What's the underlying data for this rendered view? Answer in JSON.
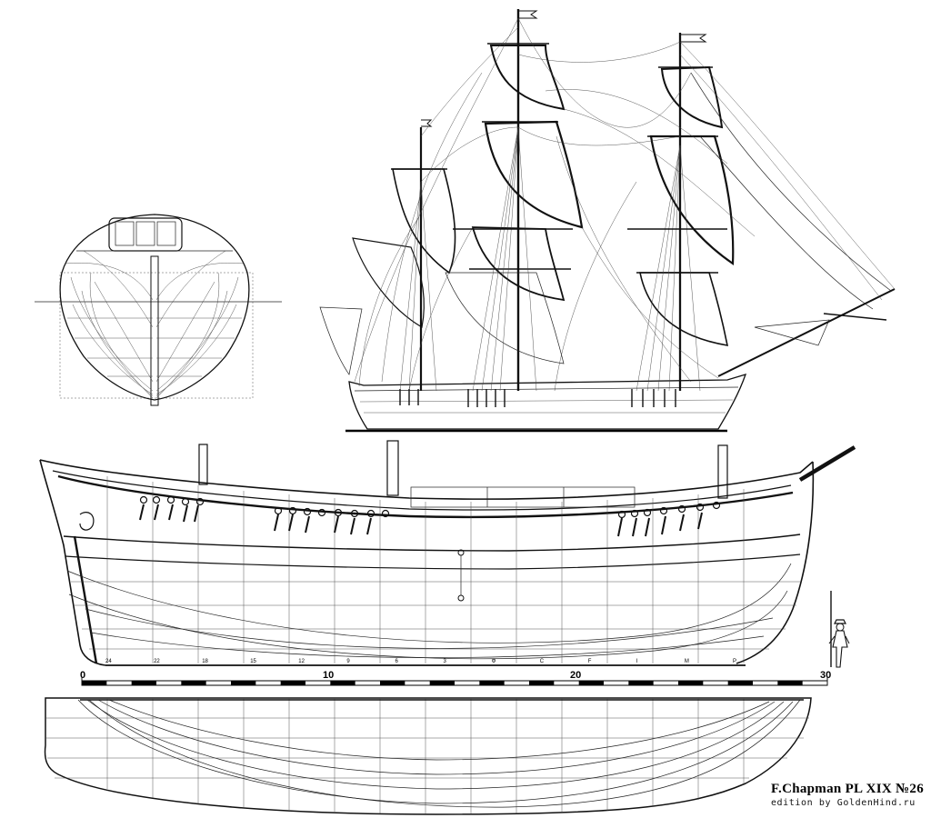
{
  "plate": {
    "title": "F.Chapman PL XIX  №26",
    "credit": "edition by GoldenHind.ru"
  },
  "scale": {
    "labels": [
      "0",
      "10",
      "20",
      "30"
    ]
  },
  "station_labels": [
    "24",
    "22",
    "18",
    "15",
    "12",
    "9",
    "6",
    "3",
    "Φ",
    "C",
    "F",
    "I",
    "M",
    "P"
  ]
}
